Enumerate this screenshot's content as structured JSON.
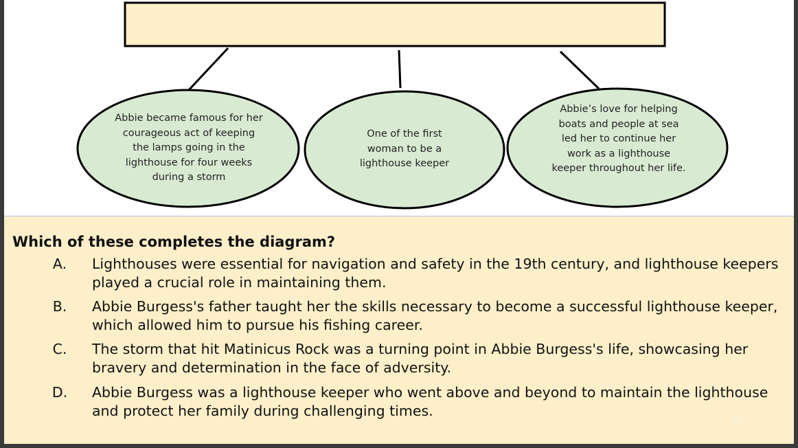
{
  "diagram": {
    "main_box_text": "",
    "details": [
      {
        "text": "Abbie became famous for her courageous act of keeping the lamps going in the lighthouse for four weeks during a storm"
      },
      {
        "text": "One of the first woman to be a lighthouse keeper"
      },
      {
        "text": "Abbie’s love for helping boats and people at sea led her to continue her work as a lighthouse keeper throughout her life."
      }
    ],
    "colors": {
      "box_fill": "#fdefc9",
      "bubble_fill": "#d9ead3",
      "stroke": "#000000"
    }
  },
  "question": {
    "text": "Which of these completes the diagram?",
    "options": [
      {
        "letter": "A.",
        "text": "Lighthouses were essential for navigation and safety in the 19th century, and lighthouse keepers played a crucial role in maintaining them."
      },
      {
        "letter": "B.",
        "text": "Abbie Burgess's father taught her the skills necessary to become a successful lighthouse keeper, which allowed him to pursue his fishing career."
      },
      {
        "letter": "C.",
        "text": "The storm that hit Matinicus Rock was a turning point in Abbie Burgess's life, showcasing her bravery and determination in the face of adversity."
      },
      {
        "letter": "D.",
        "text": "Abbie Burgess was a lighthouse keeper who went above and beyond to maintain the lighthouse and protect her family during challenging times."
      }
    ]
  },
  "page_number": "25"
}
